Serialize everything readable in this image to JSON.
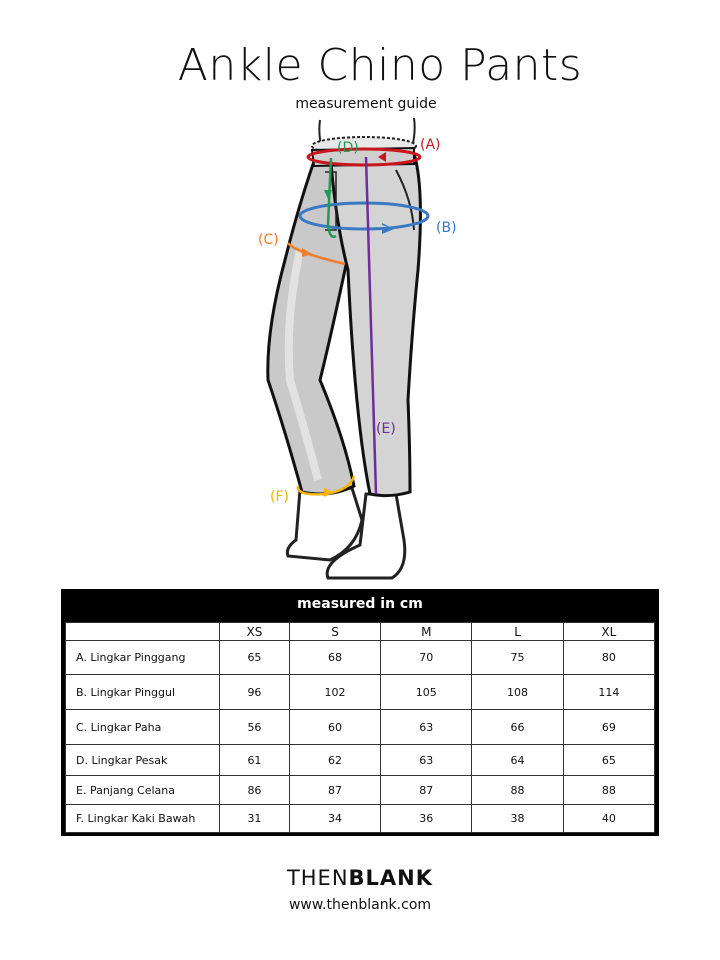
{
  "title": "Ankle Chino Pants",
  "subtitle": "measurement guide",
  "illustration": {
    "labels": {
      "A": "(A)",
      "B": "(B)",
      "C": "(C)",
      "D": "(D)",
      "E": "(E)",
      "F": "(F)"
    },
    "colors": {
      "A": "#c8161d",
      "B": "#3a78c3",
      "C": "#f07d2b",
      "D": "#1f9a55",
      "E": "#6f2c9a",
      "F": "#f5b400"
    }
  },
  "table": {
    "header": "measured in cm",
    "columns": [
      "",
      "XS",
      "S",
      "M",
      "L",
      "XL"
    ],
    "rows": [
      {
        "label": "A. Lingkar Pinggang",
        "values": [
          "65",
          "68",
          "70",
          "75",
          "80"
        ]
      },
      {
        "label": "B. Lingkar Pinggul",
        "values": [
          "96",
          "102",
          "105",
          "108",
          "114"
        ]
      },
      {
        "label": "C. Lingkar Paha",
        "values": [
          "56",
          "60",
          "63",
          "66",
          "69"
        ]
      },
      {
        "label": "D. Lingkar Pesak",
        "values": [
          "61",
          "62",
          "63",
          "64",
          "65"
        ]
      },
      {
        "label": "E. Panjang Celana",
        "values": [
          "86",
          "87",
          "87",
          "88",
          "88"
        ]
      },
      {
        "label": "F. Lingkar Kaki Bawah",
        "values": [
          "31",
          "34",
          "36",
          "38",
          "40"
        ]
      }
    ]
  },
  "brand": {
    "then": "THEN",
    "blank": "BLANK",
    "url": "www.thenblank.com"
  }
}
